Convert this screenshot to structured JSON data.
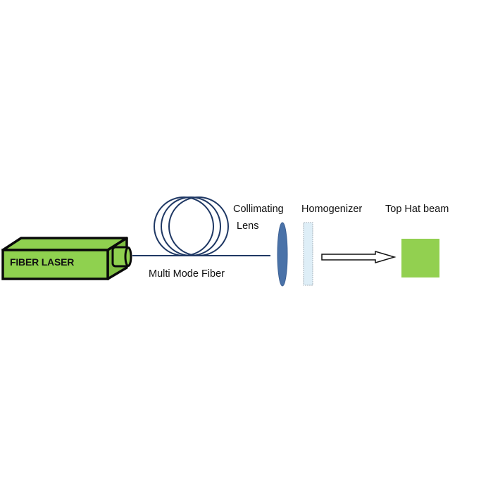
{
  "diagram": {
    "title": "Fiber laser top hat beam setup",
    "components": {
      "laser": {
        "label": "FIBER LASER"
      },
      "fiber": {
        "label": "Multi Mode Fiber"
      },
      "lens": {
        "label_line1": "Collimating",
        "label_line2": "Lens"
      },
      "homogenizer": {
        "label": "Homogenizer"
      },
      "output": {
        "label": "Top Hat beam"
      }
    },
    "colors": {
      "laser_green": "#8fd14f",
      "laser_outline": "#0a0a0a",
      "fiber_blue": "#1f3864",
      "lens_blue": "#4a72a8",
      "homogenizer_fill": "#deeef7",
      "tophat_green": "#92d050"
    }
  }
}
